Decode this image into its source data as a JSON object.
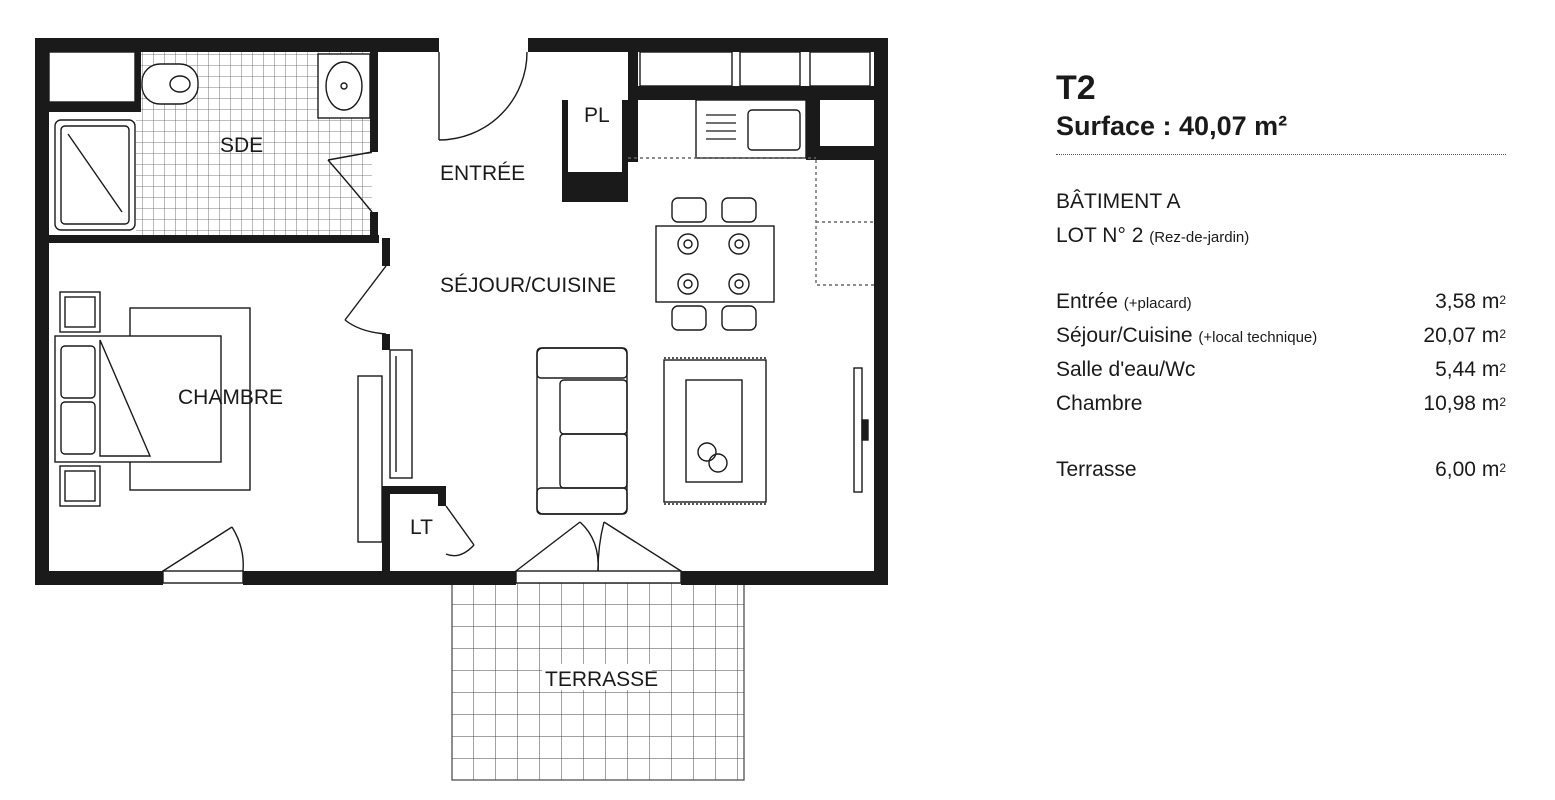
{
  "rooms": {
    "sde": "SDE",
    "entree": "ENTRÉE",
    "pl": "PL",
    "sejour": "SÉJOUR/CUISINE",
    "chambre": "CHAMBRE",
    "lt": "LT",
    "terrasse": "TERRASSE"
  },
  "panel": {
    "type": "T2",
    "surface": "Surface : 40,07 m²",
    "batiment": "BÂTIMENT A",
    "lot": "LOT N° 2",
    "lot_note": "(Rez-de-jardin)",
    "areas": [
      {
        "label": "Entrée",
        "note": "(+placard)",
        "value": "3,58 m",
        "unit_sup": "2"
      },
      {
        "label": "Séjour/Cuisine",
        "note": "(+local technique)",
        "value": "20,07 m",
        "unit_sup": "2"
      },
      {
        "label": "Salle d'eau/Wc",
        "note": "",
        "value": "5,44 m",
        "unit_sup": "2"
      },
      {
        "label": "Chambre",
        "note": "",
        "value": "10,98 m",
        "unit_sup": "2"
      }
    ],
    "terrasse": {
      "label": "Terrasse",
      "value": "6,00 m",
      "unit_sup": "2"
    }
  }
}
